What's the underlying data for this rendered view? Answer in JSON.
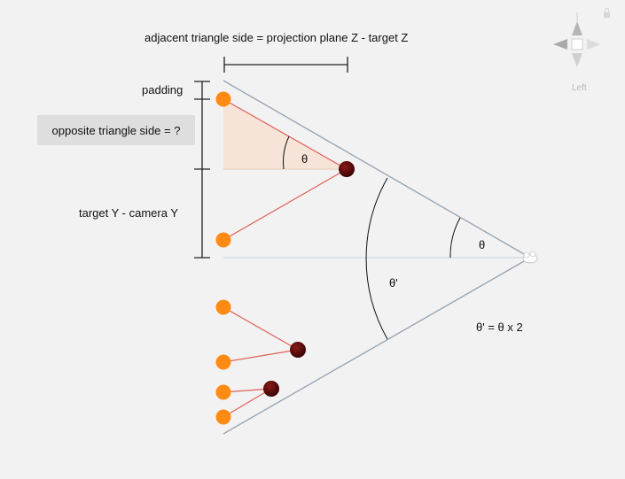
{
  "labels": {
    "adjacent": "adjacent triangle side = projection plane Z - target Z",
    "padding": "padding",
    "opposite": "opposite triangle side = ?",
    "target_minus_camera": "target Y - camera Y",
    "theta": "θ",
    "theta_inner": "θ",
    "theta_prime": "θ'",
    "theta_prime_formula": "θ' = θ x 2"
  },
  "gizmo": {
    "view_label": "Left"
  },
  "colors": {
    "background": "#f2f2f2",
    "frustum_line": "#9aa6b5",
    "axis_line": "#d8dde3",
    "ray_line": "#e0605a",
    "orange_node": "#ff8a14",
    "target_node": "#5a0a0a",
    "triangle_fill": "#f5e2d4",
    "bracket": "#222222"
  }
}
